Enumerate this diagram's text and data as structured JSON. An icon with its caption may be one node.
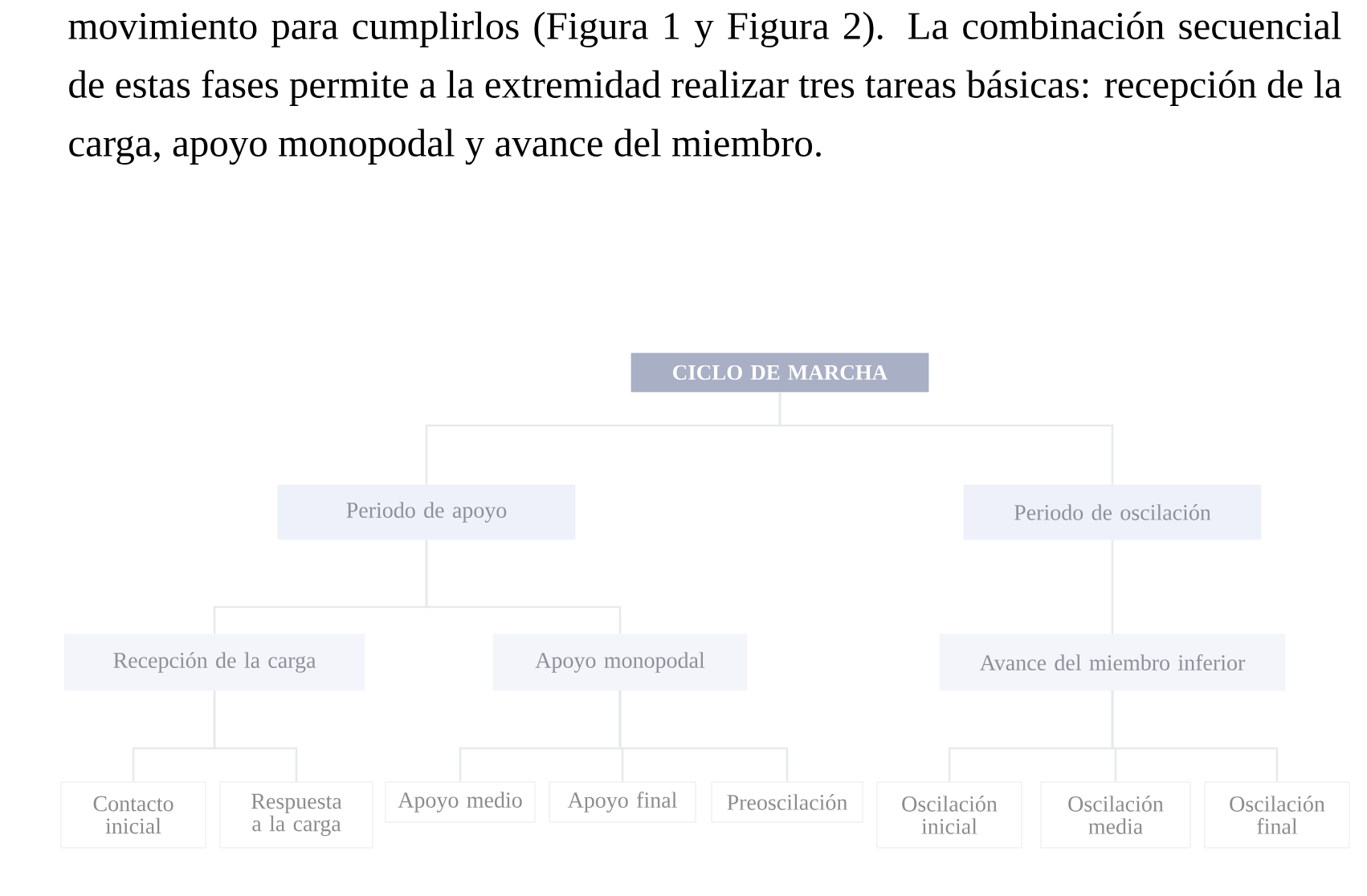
{
  "diagram": {
    "nodes": [
      {
        "text": [
          "CICLO DE MARCHA"
        ]
      },
      {
        "text": [
          "Periodo de apoyo"
        ]
      },
      {
        "text": [
          "Periodo de oscilación"
        ]
      },
      {
        "text": [
          "Recepción de la carga"
        ]
      },
      {
        "text": [
          "Apoyo monopodal"
        ]
      },
      {
        "text": [
          "Avance del miembro inferior"
        ]
      },
      {
        "text": [
          "Contacto inicial"
        ]
      },
      {
        "text": [
          "Respuesta a la carga"
        ]
      },
      {
        "text": [
          "Apoyo medio"
        ]
      },
      {
        "text": [
          "Apoyo final"
        ]
      },
      {
        "text": [
          "Preoscilación"
        ]
      },
      {
        "text": [
          "Oscilación inicial"
        ]
      },
      {
        "text": [
          "Oscilación media"
        ]
      },
      {
        "text": [
          "Oscilación final"
        ]
      }
    ],
    "edges": [
      {
        "from": 0,
        "to": 1,
        "arrow": "none"
      },
      {
        "from": 0,
        "to": 2,
        "arrow": "none"
      },
      {
        "from": 1,
        "to": 3,
        "arrow": "none"
      },
      {
        "from": 1,
        "to": 4,
        "arrow": "none"
      },
      {
        "from": 2,
        "to": 5,
        "arrow": "none"
      },
      {
        "from": 3,
        "to": 6,
        "arrow": "none"
      },
      {
        "from": 3,
        "to": 7,
        "arrow": "none"
      },
      {
        "from": 4,
        "to": 8,
        "arrow": "none"
      },
      {
        "from": 4,
        "to": 9,
        "arrow": "none"
      },
      {
        "from": 4,
        "to": 10,
        "arrow": "none"
      },
      {
        "from": 5,
        "to": 11,
        "arrow": "none"
      },
      {
        "from": 5,
        "to": 12,
        "arrow": "none"
      },
      {
        "from": 5,
        "to": 13,
        "arrow": "none"
      }
    ],
    "labels": [
      "movimiento para cumplirlos (Figura 1 y Figura 2). La combinación secuencial de estas fases permite a la extremidad realizar tres tareas básicas: recepción de la carga, apoyo monopodal y avance del miembro."
    ]
  }
}
